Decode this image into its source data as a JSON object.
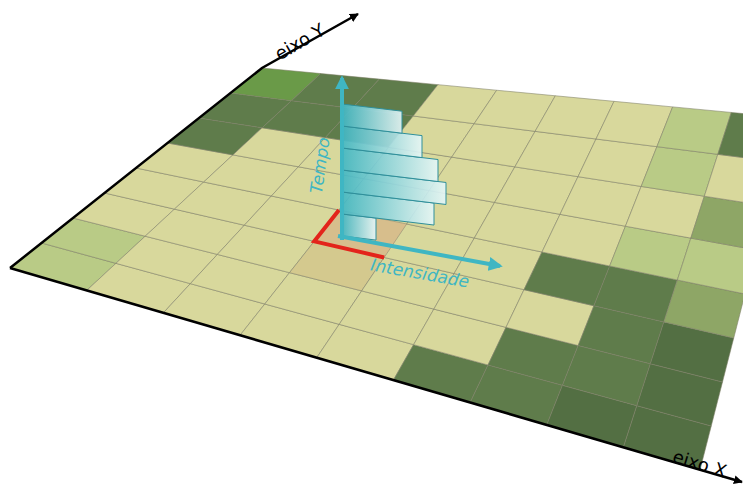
{
  "diagram": {
    "labels": [
      "eixo Y",
      "eixo X",
      "Tempo",
      "Intensidade"
    ]
  }
}
